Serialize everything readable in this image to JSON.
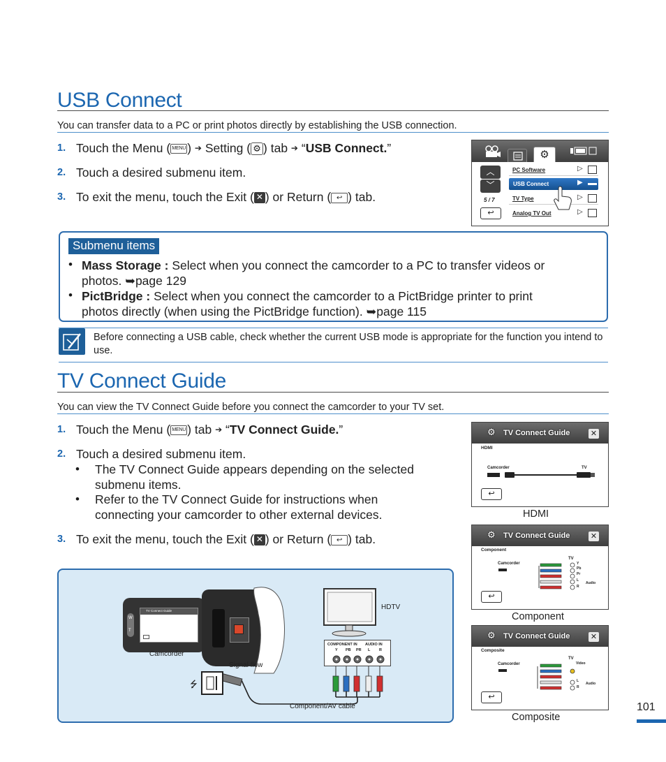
{
  "usb": {
    "title": "USB Connect",
    "intro": "You can transfer data to a PC or print photos directly by establishing the USB connection.",
    "step1_num": "1.",
    "step1_a": "Touch the Menu (",
    "step1_b": ") ",
    "step1_c": " Setting (",
    "step1_d": ") tab ",
    "step1_e": " “",
    "step1_bold": "USB Connect.",
    "step1_f": "”",
    "step2_num": "2.",
    "step2": "Touch a desired submenu item.",
    "step3_num": "3.",
    "step3_a": "To exit the menu, touch the Exit (",
    "step3_b": ") or Return (",
    "step3_c": ") tab."
  },
  "icons": {
    "menu_label": "MENU",
    "arrow": "➔",
    "gear": "⚙",
    "exit": "✕",
    "return": "↩",
    "page_ref": "➥"
  },
  "usb_screen": {
    "counter": "5 / 7",
    "items": [
      {
        "label": "PC Software"
      },
      {
        "label": "USB Connect"
      },
      {
        "label": "TV Type"
      },
      {
        "label": "Analog TV Out"
      }
    ],
    "accent": "#1c5ea8"
  },
  "submenu": {
    "tag": "Submenu items",
    "mass_bold": "Mass Storage :",
    "mass_text": " Select when you connect the camcorder to a PC to transfer videos or",
    "mass_text2": "photos. ",
    "mass_page": "page 129",
    "pict_bold": "PictBridge :",
    "pict_text": " Select when you connect the camcorder to a PictBridge printer to print",
    "pict_text2": "photos directly (when using the PictBridge function). ",
    "pict_page": "page 115"
  },
  "note": {
    "text": "Before connecting a USB cable, check whether the current USB mode is appropriate for the function you intend to use."
  },
  "tv": {
    "title": "TV Connect Guide",
    "intro": "You can view the TV Connect Guide before you connect the camcorder to your TV set.",
    "step1_num": "1.",
    "step1_a": "Touch the Menu (",
    "step1_b": ") tab ",
    "step1_c": " “",
    "step1_bold": "TV Connect Guide.",
    "step1_d": "”",
    "step2_num": "2.",
    "step2": "Touch a desired submenu item.",
    "sub1": "The TV Connect Guide appears depending on the selected",
    "sub1b": "submenu items.",
    "sub2": "Refer to the TV Connect Guide for instructions when",
    "sub2b": "connecting your camcorder to other external devices.",
    "step3_num": "3.",
    "step3_a": "To exit the menu, touch the Exit (",
    "step3_b": ") or Return (",
    "step3_c": ") tab."
  },
  "screens": {
    "guide_title": "TV Connect Guide",
    "hdmi": {
      "mode": "HDMI",
      "camcorder": "Camcorder",
      "tv": "TV",
      "caption": "HDMI"
    },
    "component": {
      "mode": "Component",
      "camcorder": "Camcorder",
      "tv": "TV",
      "y": "Y",
      "pb": "Pb",
      "pr": "Pr",
      "l": "L",
      "r": "R",
      "audio": "Audio",
      "caption": "Component"
    },
    "composite": {
      "mode": "Composite",
      "camcorder": "Camcorder",
      "tv": "TV",
      "video": "Video",
      "l": "L",
      "r": "R",
      "audio": "Audio",
      "caption": "Composite"
    }
  },
  "diagram": {
    "hdtv": "HDTV",
    "camcorder": "Camcorder",
    "signal_flow": "Signal flow",
    "cable": "Component/AV cable",
    "component_in": "COMPONENT IN",
    "audio_in": "AUDIO IN",
    "jacks": [
      "Y",
      "PB",
      "PR",
      "L",
      "R"
    ],
    "cam_w": "W",
    "cam_t": "T",
    "cam_title": "TV Connect Guide"
  },
  "page": {
    "number": "101",
    "accent": "#1b66b0"
  }
}
